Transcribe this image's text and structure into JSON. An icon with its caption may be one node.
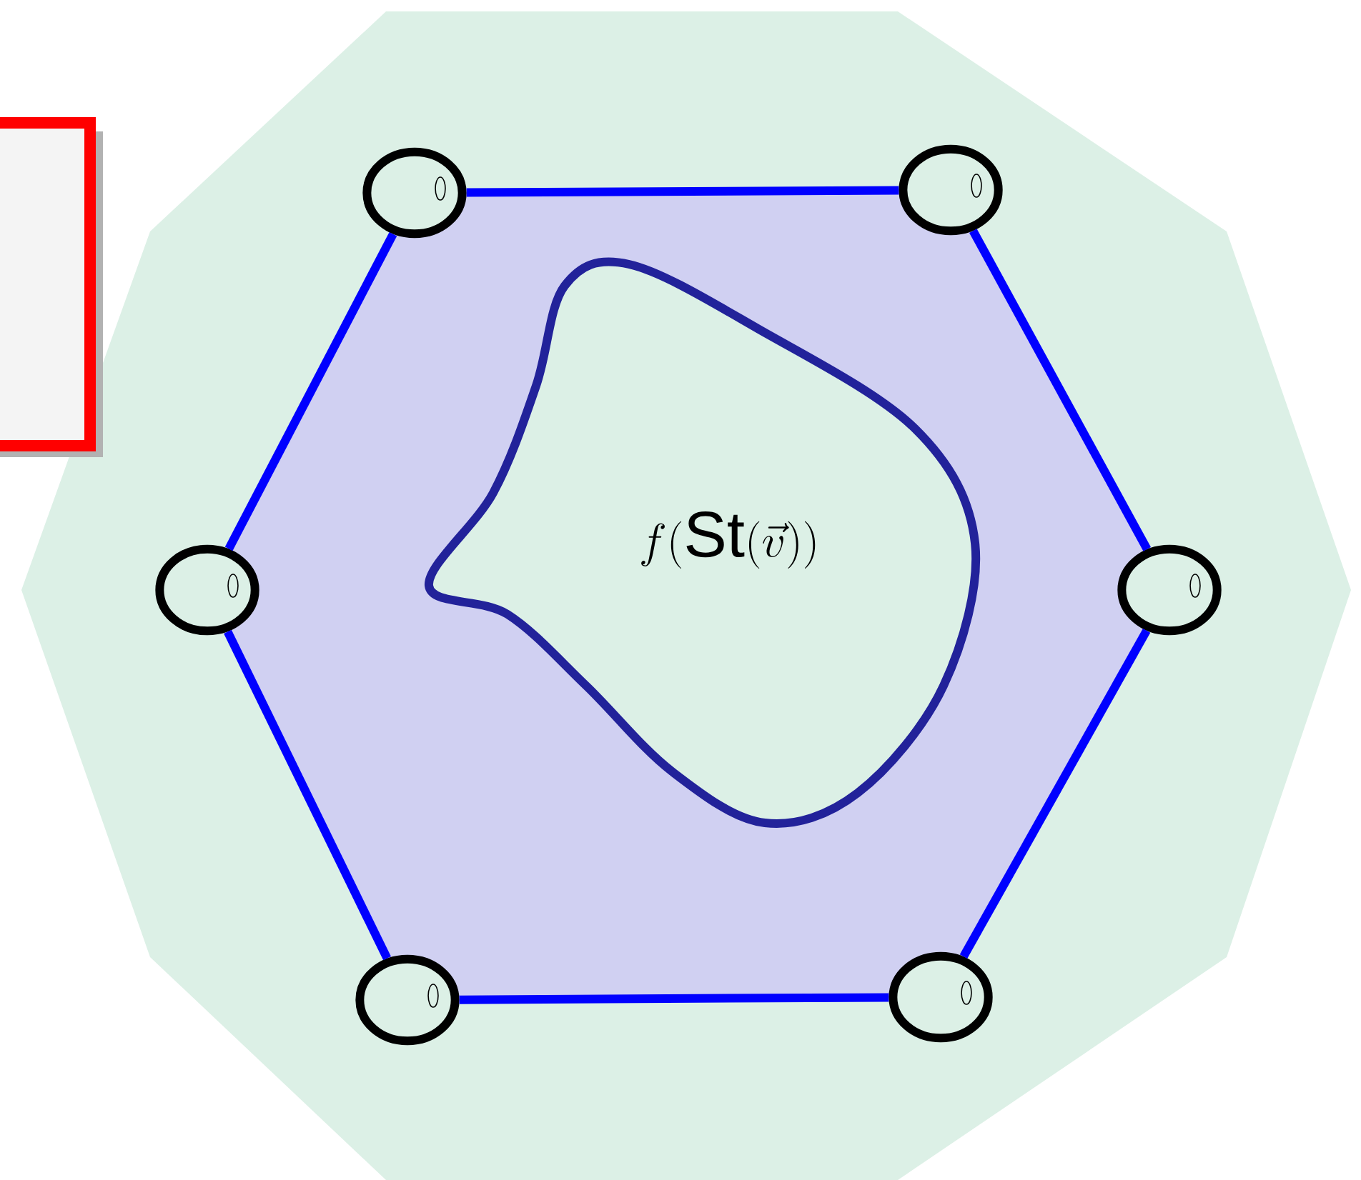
{
  "diagram": {
    "nodes": [
      {
        "text": [],
        "shape": "circle"
      },
      {
        "text": [],
        "shape": "circle"
      },
      {
        "text": [],
        "shape": "circle"
      },
      {
        "text": [],
        "shape": "circle"
      },
      {
        "text": [],
        "shape": "circle"
      },
      {
        "text": [],
        "shape": "circle"
      },
      {
        "text": [
          "f(\\mathrm{St}(\\vec{v}))"
        ]
      }
    ],
    "edges": [
      {
        "from": 0,
        "to": 1,
        "arrow": "none"
      },
      {
        "from": 1,
        "to": 3,
        "arrow": "none"
      },
      {
        "from": 3,
        "to": 5,
        "arrow": "none"
      },
      {
        "from": 5,
        "to": 4,
        "arrow": "none"
      },
      {
        "from": 4,
        "to": 2,
        "arrow": "none"
      },
      {
        "from": 2,
        "to": 0,
        "arrow": "none"
      }
    ]
  }
}
